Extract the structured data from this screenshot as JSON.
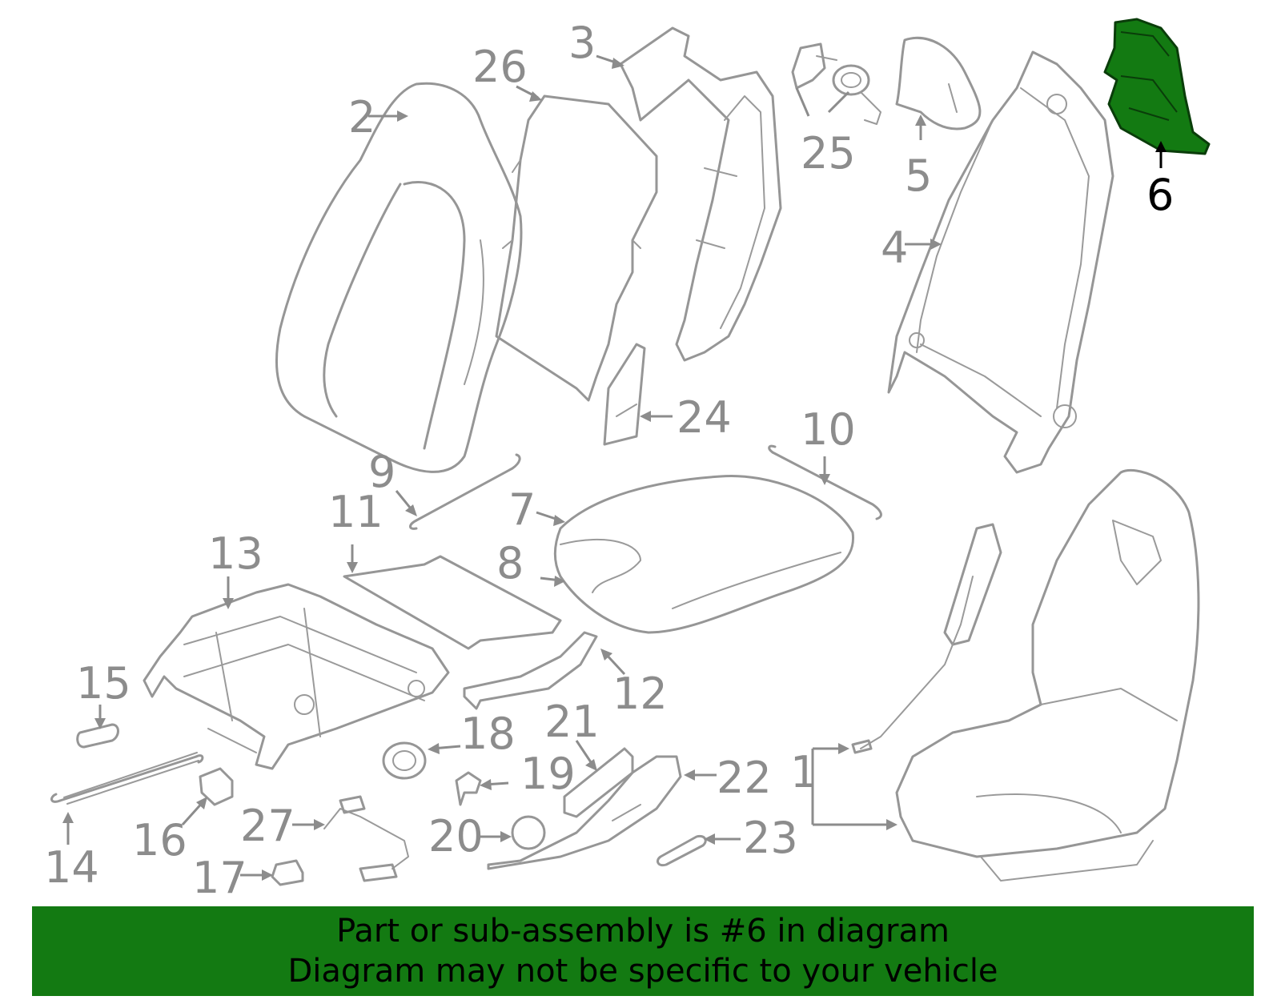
{
  "diagram": {
    "highlight_color": "#137a12",
    "callouts": [
      {
        "id": "1",
        "label": "1"
      },
      {
        "id": "2",
        "label": "2"
      },
      {
        "id": "3",
        "label": "3"
      },
      {
        "id": "4",
        "label": "4"
      },
      {
        "id": "5",
        "label": "5"
      },
      {
        "id": "6",
        "label": "6",
        "highlighted": true
      },
      {
        "id": "7",
        "label": "7"
      },
      {
        "id": "8",
        "label": "8"
      },
      {
        "id": "9",
        "label": "9"
      },
      {
        "id": "10",
        "label": "10"
      },
      {
        "id": "11",
        "label": "11"
      },
      {
        "id": "12",
        "label": "12"
      },
      {
        "id": "13",
        "label": "13"
      },
      {
        "id": "14",
        "label": "14"
      },
      {
        "id": "15",
        "label": "15"
      },
      {
        "id": "16",
        "label": "16"
      },
      {
        "id": "17",
        "label": "17"
      },
      {
        "id": "18",
        "label": "18"
      },
      {
        "id": "19",
        "label": "19"
      },
      {
        "id": "20",
        "label": "20"
      },
      {
        "id": "21",
        "label": "21"
      },
      {
        "id": "22",
        "label": "22"
      },
      {
        "id": "23",
        "label": "23"
      },
      {
        "id": "24",
        "label": "24"
      },
      {
        "id": "25",
        "label": "25"
      },
      {
        "id": "26",
        "label": "26"
      },
      {
        "id": "27",
        "label": "27"
      }
    ]
  },
  "banner": {
    "line1": "Part or sub-assembly is #6 in diagram",
    "line2": "Diagram may not be specific to your vehicle",
    "background": "#137a12"
  }
}
